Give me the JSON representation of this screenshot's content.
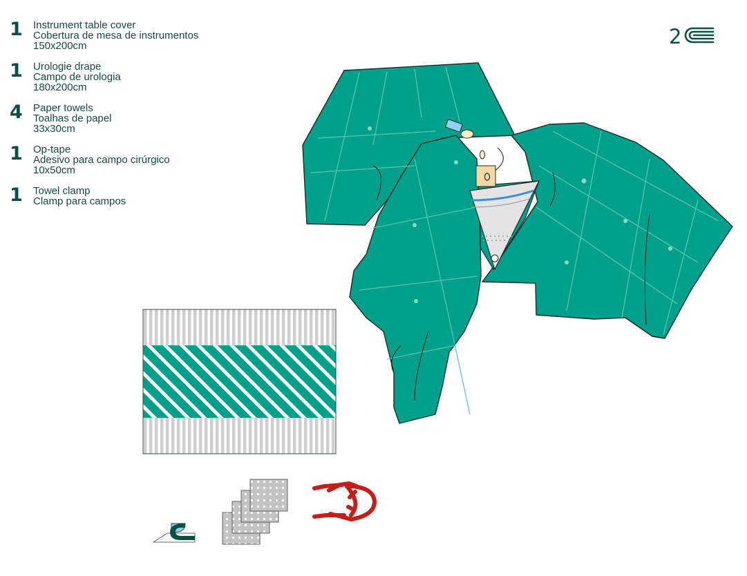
{
  "items": [
    {
      "qty": "1",
      "name_en": "Instrument table cover",
      "name_pt": "Cobertura de mesa de instrumentos",
      "size": "150x200cm"
    },
    {
      "qty": "1",
      "name_en": "Urologie drape",
      "name_pt": "Campo de urologia",
      "size": "180x200cm"
    },
    {
      "qty": "4",
      "name_en": "Paper towels",
      "name_pt": "Toalhas de papel",
      "size": "33x30cm"
    },
    {
      "qty": "1",
      "name_en": "Op-tape",
      "name_pt": "Adesivo para campo cirúrgico",
      "size": "10x50cm"
    },
    {
      "qty": "1",
      "name_en": "Towel clamp",
      "name_pt": "Clamp para campos",
      "size": ""
    }
  ],
  "logo": {
    "text": "2"
  },
  "colors": {
    "drape": "#00a08a",
    "drape_dark": "#00806d",
    "text": "#174a40",
    "clamp": "#c51f1a",
    "paper": "#c8c8c8"
  },
  "icons": [
    "double-sterile-wrap-logo",
    "urology-drape",
    "instrument-table-cover",
    "op-tape",
    "paper-towels",
    "towel-clamp"
  ]
}
